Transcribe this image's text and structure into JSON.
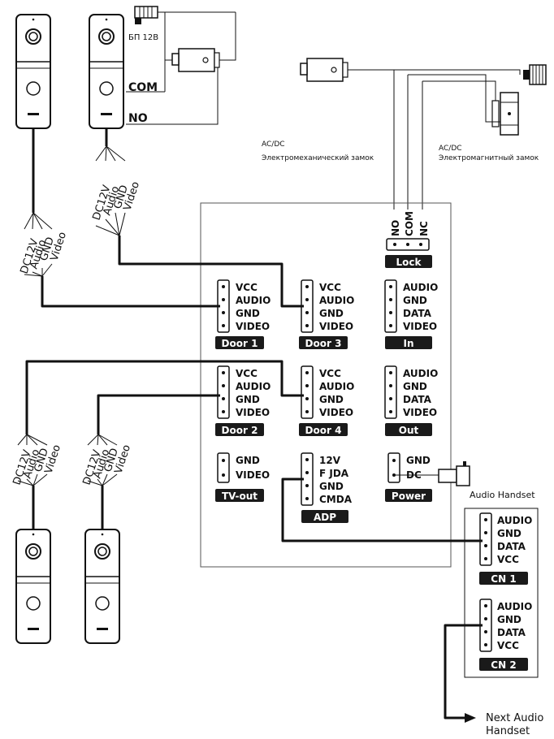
{
  "colors": {
    "ink": "#111111",
    "label_bg": "#1a1a1a",
    "label_text": "#ffffff",
    "panel_border": "#555555"
  },
  "top_left": {
    "psu_label": "БП 12В",
    "com_label": "COM",
    "no_label": "NO"
  },
  "locks": {
    "em_type": "AC/DC",
    "em_name": "Электромеханический замок",
    "mag_type": "AC/DC",
    "mag_name": "Электромагнитный замок"
  },
  "wire_labels": {
    "dc": "DC12V",
    "audio": "Audio",
    "gnd": "GND",
    "video": "Video"
  },
  "panel": {
    "lock": {
      "pins": [
        "NO",
        "COM",
        "NC"
      ],
      "label": "Lock"
    },
    "door1": {
      "pins": [
        "VCC",
        "AUDIO",
        "GND",
        "VIDEO"
      ],
      "label": "Door 1"
    },
    "door3": {
      "pins": [
        "VCC",
        "AUDIO",
        "GND",
        "VIDEO"
      ],
      "label": "Door 3"
    },
    "in": {
      "pins": [
        "AUDIO",
        "GND",
        "DATA",
        "VIDEO"
      ],
      "label": "In"
    },
    "door2": {
      "pins": [
        "VCC",
        "AUDIO",
        "GND",
        "VIDEO"
      ],
      "label": "Door 2"
    },
    "door4": {
      "pins": [
        "VCC",
        "AUDIO",
        "GND",
        "VIDEO"
      ],
      "label": "Door 4"
    },
    "out": {
      "pins": [
        "AUDIO",
        "GND",
        "DATA",
        "VIDEO"
      ],
      "label": "Out"
    },
    "tvout": {
      "pins": [
        "GND",
        "VIDEO"
      ],
      "label": "TV-out"
    },
    "adp": {
      "pins": [
        "12V",
        "F JDA",
        "GND",
        "CMDA"
      ],
      "label": "ADP"
    },
    "power": {
      "pins": [
        "GND",
        "DC"
      ],
      "label": "Power"
    }
  },
  "handset": {
    "title": "Audio Handset",
    "cn1": {
      "pins": [
        "AUDIO",
        "GND",
        "DATA",
        "VCC"
      ],
      "label": "CN 1"
    },
    "cn2": {
      "pins": [
        "AUDIO",
        "GND",
        "DATA",
        "VCC"
      ],
      "label": "CN 2"
    },
    "next_line1": "Next Audio",
    "next_line2": "Handset"
  }
}
